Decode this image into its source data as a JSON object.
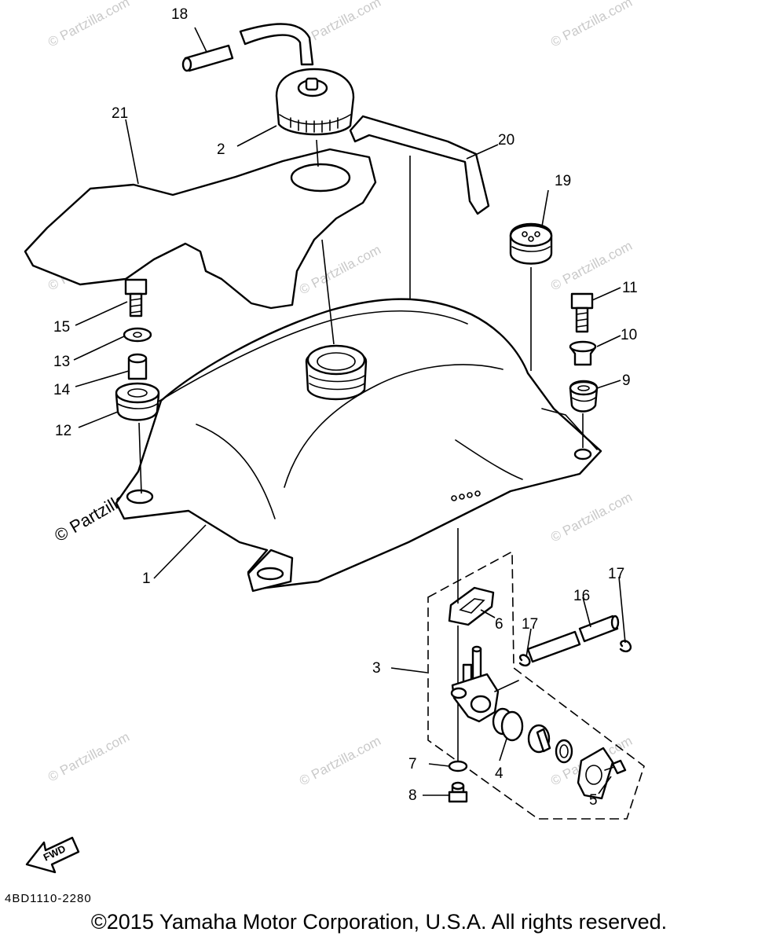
{
  "callouts": [
    {
      "label": "1"
    },
    {
      "label": "2"
    },
    {
      "label": "3"
    },
    {
      "label": "4"
    },
    {
      "label": "5"
    },
    {
      "label": "6"
    },
    {
      "label": "7"
    },
    {
      "label": "8"
    },
    {
      "label": "9"
    },
    {
      "label": "10"
    },
    {
      "label": "11"
    },
    {
      "label": "12"
    },
    {
      "label": "13"
    },
    {
      "label": "14"
    },
    {
      "label": "15"
    },
    {
      "label": "16"
    },
    {
      "label": "17"
    },
    {
      "label": "17"
    },
    {
      "label": "18"
    },
    {
      "label": "19"
    },
    {
      "label": "20"
    },
    {
      "label": "21"
    }
  ],
  "fwd_label": "FWD",
  "diagram_code": "4BD1110-2280",
  "watermark": "© Partzilla.com",
  "copyright": "©2015 Yamaha Motor Corporation, U.S.A. All rights reserved."
}
